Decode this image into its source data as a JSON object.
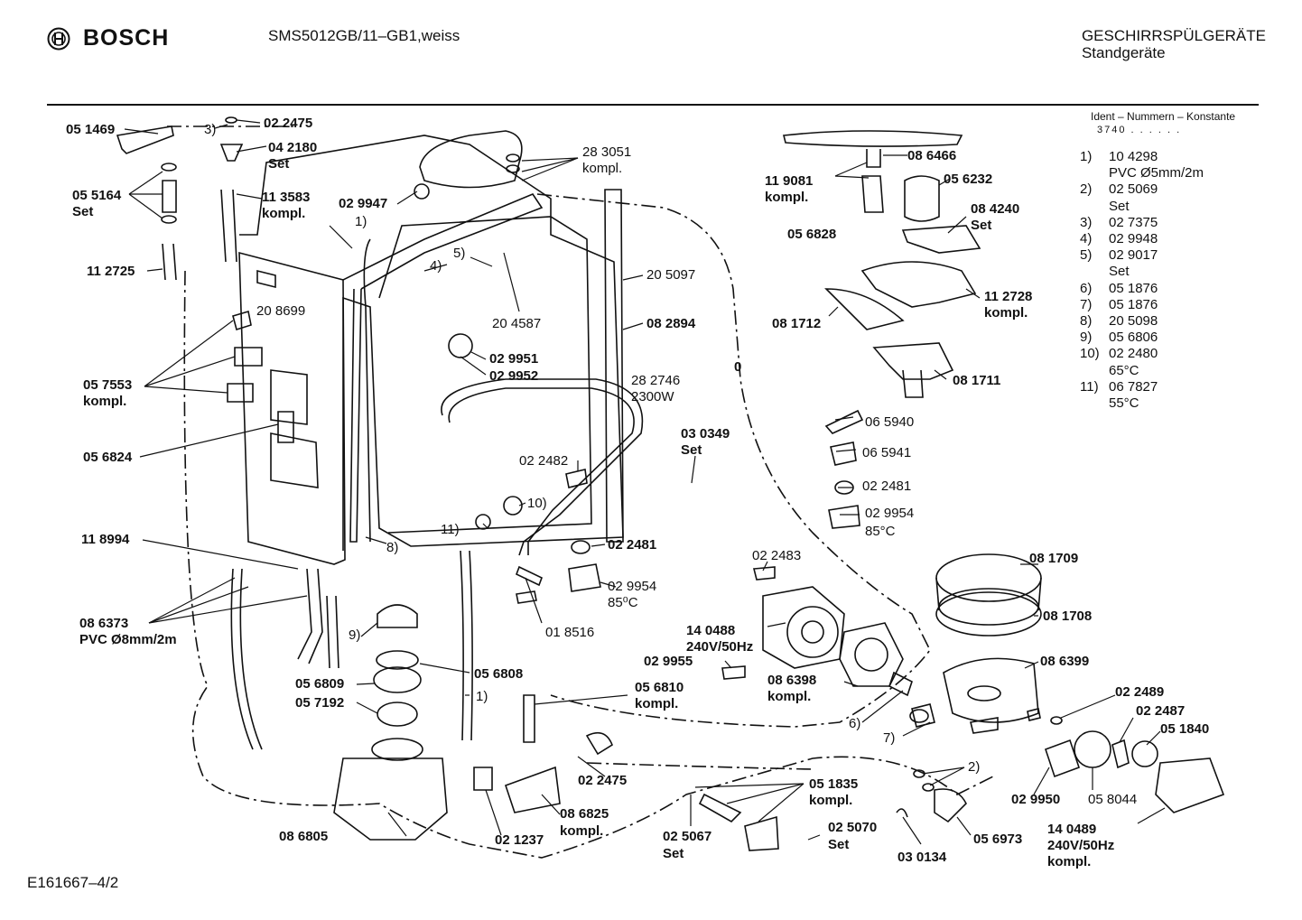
{
  "header": {
    "brand": "BOSCH",
    "model": "SMS5012GB/11–GB1,weiss",
    "category_line1": "GESCHIRRSPÜLGERÄTE",
    "category_line2": "Standgeräte"
  },
  "footer": {
    "document_code": "E161667–4/2"
  },
  "ident": {
    "title": "Ident – Nummern – Konstante",
    "value": "3740 . . . . . ."
  },
  "parts_list": [
    {
      "no": "1)",
      "value": "10 4298\nPVC Ø5mm/2m"
    },
    {
      "no": "2)",
      "value": "02 5069\nSet"
    },
    {
      "no": "3)",
      "value": "02 7375"
    },
    {
      "no": "4)",
      "value": "02 9948"
    },
    {
      "no": "5)",
      "value": "02 9017\nSet"
    },
    {
      "no": "6)",
      "value": "05 1876"
    },
    {
      "no": "7)",
      "value": "05 1876"
    },
    {
      "no": "8)",
      "value": "20 5098"
    },
    {
      "no": "9)",
      "value": "05 6806"
    },
    {
      "no": "10)",
      "value": "02 2480\n65°C"
    },
    {
      "no": "11)",
      "value": "06 7827\n55°C"
    }
  ],
  "labels": {
    "l_051469": "05 1469",
    "l_3": "3)",
    "l_022475a": "02 2475",
    "l_042180": "04 2180",
    "l_set_a": "Set",
    "l_055164": "05 5164",
    "l_set_b": "Set",
    "l_113583": "11 3583",
    "l_kompl_a": "kompl.",
    "l_112725": "11 2725",
    "l_029947": "02 9947",
    "l_1a": "1)",
    "l_283051": "28 3051",
    "l_kompl_b": "kompl.",
    "l_5": "5)",
    "l_4": "4)",
    "l_208699": "20 8699",
    "l_204587": "20 4587",
    "l_205097": "20 5097",
    "l_082894": "08 2894",
    "l_057553": "05 7553",
    "l_kompl_c": "kompl.",
    "l_029951": "02 9951",
    "l_029952": "02 9952",
    "l_282746": "28 2746",
    "l_2300w": "2300W",
    "l_056824": "05 6824",
    "l_022482": "02 2482",
    "l_030349": "03 0349",
    "l_set_c": "Set",
    "l_10": "10)",
    "l_11": "11)",
    "l_8": "8)",
    "l_118994": "11 8994",
    "l_022481a": "02 2481",
    "l_029954a": "02 9954",
    "l_85ca": "85⁰C",
    "l_086373": "08 6373",
    "l_pvc8": "PVC Ø8mm/2m",
    "l_018516": "01 8516",
    "l_9": "9)",
    "l_056809": "05 6809",
    "l_056808": "05 6808",
    "l_057192": "05 7192",
    "l_1b": "1)",
    "l_056810": "05 6810",
    "l_kompl_d": "kompl.",
    "l_022475b": "02 2475",
    "l_086805": "08 6805",
    "l_021237": "02 1237",
    "l_086825": "08 6825",
    "l_kompl_e": "kompl.",
    "l_086466": "08 6466",
    "l_119081": "11 9081",
    "l_kompl_f": "kompl.",
    "l_056232": "05 6232",
    "l_084240": "08 4240",
    "l_set_d": "Set",
    "l_056828": "05 6828",
    "l_112728": "11 2728",
    "l_kompl_g": "kompl.",
    "l_081712": "08 1712",
    "l_081711": "08 1711",
    "l_0": "0",
    "l_065940": "06 5940",
    "l_065941": "06 5941",
    "l_022481b": "02 2481",
    "l_029954b": "02 9954",
    "l_85cb": "85°C",
    "l_022483": "02 2483",
    "l_081709": "08 1709",
    "l_081708": "08 1708",
    "l_140488": "14 0488",
    "l_240v_a": "240V/50Hz",
    "l_029955": "02 9955",
    "l_086398": "08 6398",
    "l_kompl_h": "kompl.",
    "l_086399": "08 6399",
    "l_6": "6)",
    "l_7": "7)",
    "l_022489": "02 2489",
    "l_022487": "02 2487",
    "l_051840": "05 1840",
    "l_2": "2)",
    "l_029950": "02 9950",
    "l_058044": "05 8044",
    "l_051835": "05 1835",
    "l_kompl_i": "kompl.",
    "l_025067": "02 5067",
    "l_set_e": "Set",
    "l_025070": "02 5070",
    "l_set_f": "Set",
    "l_030134": "03 0134",
    "l_056973": "05 6973",
    "l_140489": "14 0489",
    "l_240v_b": "240V/50Hz",
    "l_kompl_j": "kompl."
  }
}
